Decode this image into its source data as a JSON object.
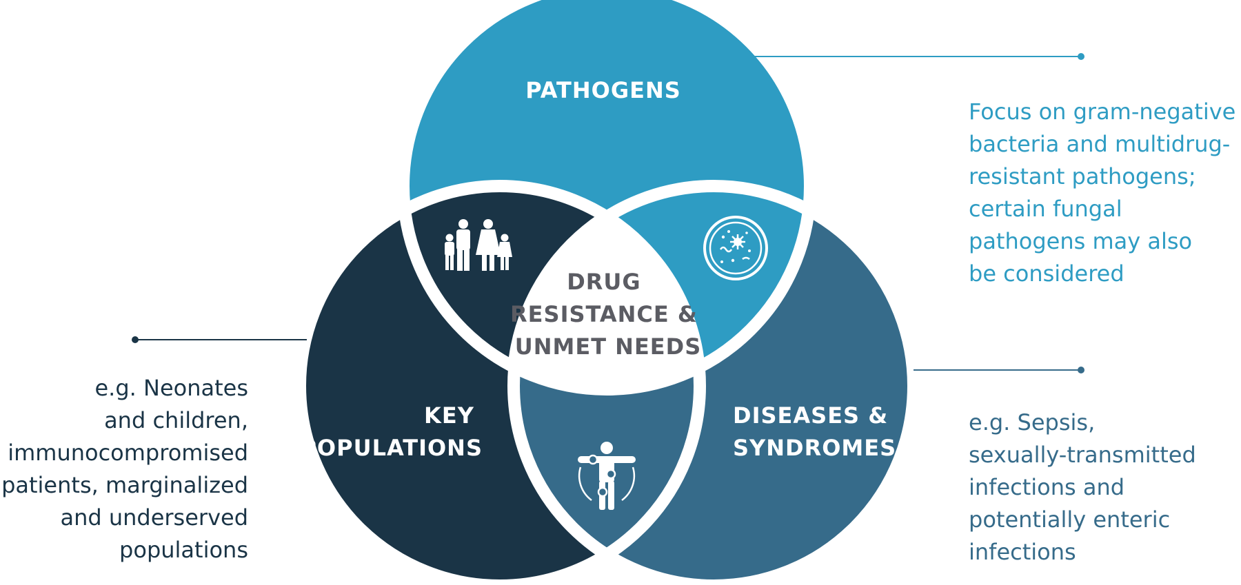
{
  "colors": {
    "pathogens": "#2e9cc3",
    "key_populations": "#1a3446",
    "diseases": "#366b8a",
    "center_text": "#5b5c63",
    "background": "#ffffff"
  },
  "center": {
    "lines": [
      "DRUG",
      "RESISTANCE &",
      "UNMET NEEDS"
    ]
  },
  "circles": {
    "pathogens": {
      "label_lines": [
        "PATHOGENS"
      ]
    },
    "key_populations": {
      "label_lines": [
        "KEY",
        "POPULATIONS"
      ]
    },
    "diseases": {
      "label_lines": [
        "DISEASES &",
        "SYNDROMES"
      ]
    }
  },
  "icons": {
    "family": "family-icon",
    "petri_dish": "petri-dish-icon",
    "patient": "patient-joints-icon"
  },
  "descriptions": {
    "pathogens": [
      "Focus on gram-negative",
      "bacteria and multidrug-",
      "resistant pathogens;",
      "certain fungal",
      "pathogens may also",
      "be considered"
    ],
    "key_populations": [
      "e.g. Neonates",
      "and children,",
      "immunocompromised",
      "patients, marginalized",
      "and underserved",
      "populations"
    ],
    "diseases": [
      "e.g. Sepsis,",
      "sexually-transmitted",
      "infections and",
      "potentially enteric",
      "infections"
    ]
  }
}
